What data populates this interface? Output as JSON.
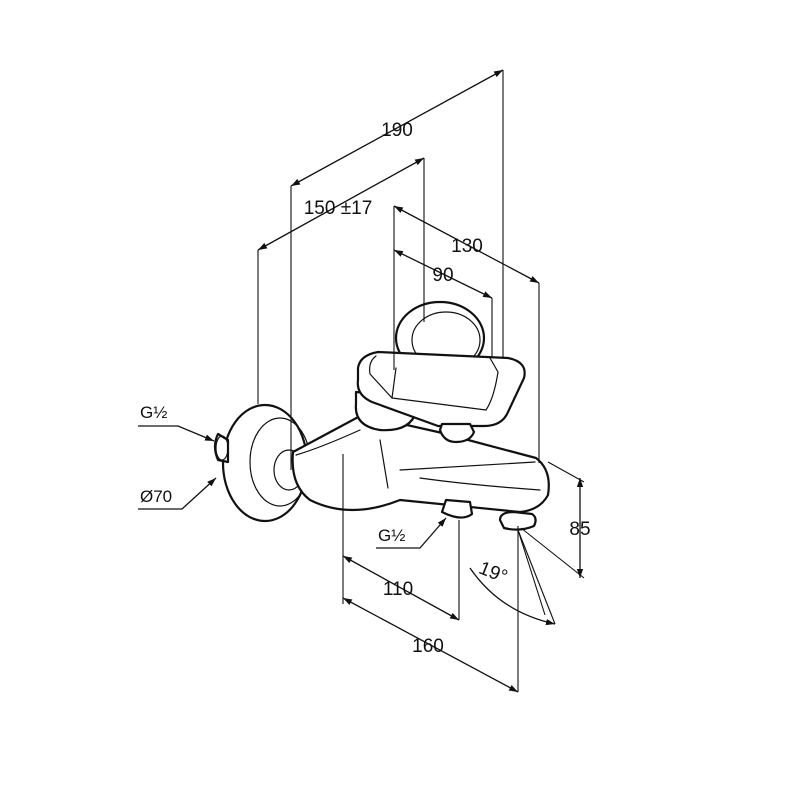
{
  "dimensions": {
    "total_length": "190",
    "wall_spacing": "150 ±17",
    "handle_reach": "130",
    "handle_offset": "90",
    "height": "85",
    "spout_to_inlet": "110",
    "spout_projection": "160",
    "spout_angle": "19°"
  },
  "callouts": {
    "wall_connection": "G½",
    "rosette_diameter": "Ø70",
    "bottom_outlet": "G½"
  }
}
